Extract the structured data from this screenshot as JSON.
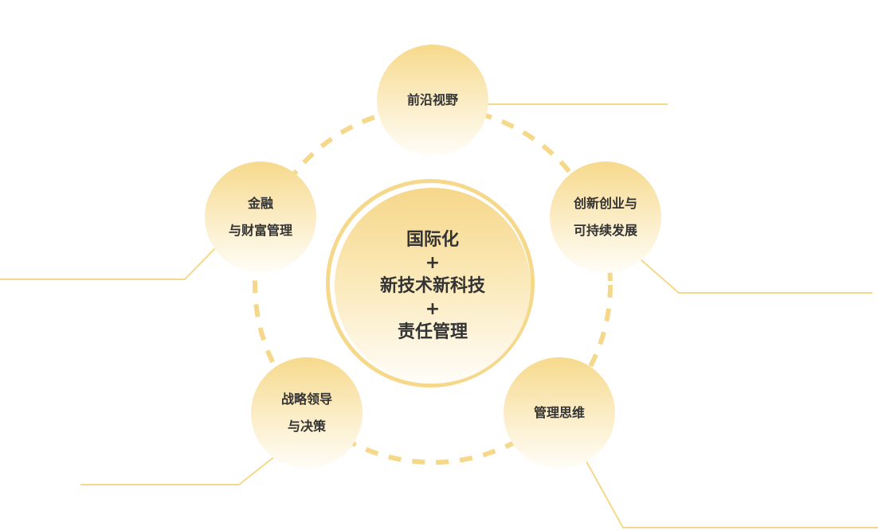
{
  "accent_color": "#f6d88a",
  "center": {
    "line1": "国际化",
    "plus1": "+",
    "line2": "新技术新科技",
    "plus2": "+",
    "line3": "责任管理"
  },
  "nodes": {
    "top": {
      "lines": [
        "前沿视野"
      ]
    },
    "left": {
      "lines": [
        "金融",
        "与财富管理"
      ]
    },
    "right": {
      "lines": [
        "创新创业与",
        "可持续发展"
      ]
    },
    "bottom_left": {
      "lines": [
        "战略领导",
        "与决策"
      ]
    },
    "bottom_right": {
      "lines": [
        "管理思维"
      ]
    }
  }
}
